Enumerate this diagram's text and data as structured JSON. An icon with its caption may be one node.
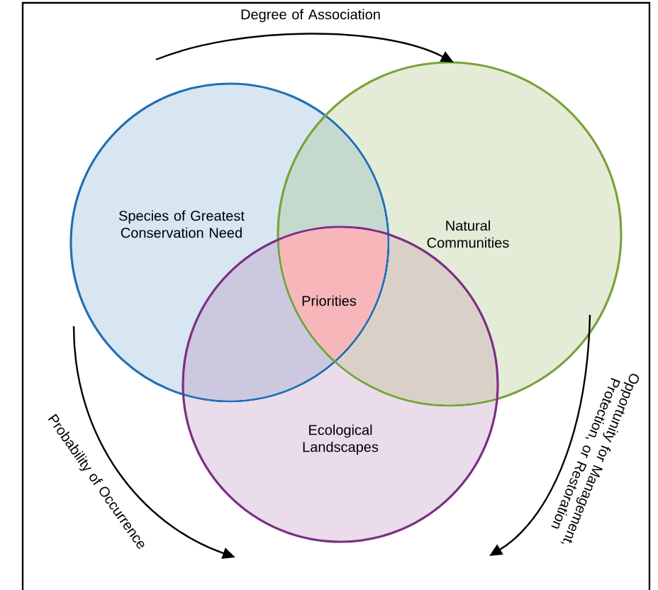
{
  "diagram": {
    "nodes": [
      {
        "text": [
          "Species of Greatest Conservation Need"
        ]
      },
      {
        "text": [
          "Natural Communities"
        ]
      },
      {
        "text": [
          "Ecological Landscapes"
        ]
      },
      {
        "text": [
          "Priorities"
        ]
      }
    ],
    "labels": [
      "Degree of Association",
      "Probability of Occurrence",
      "Opportunity for Management, Protection, or Restoration"
    ]
  }
}
